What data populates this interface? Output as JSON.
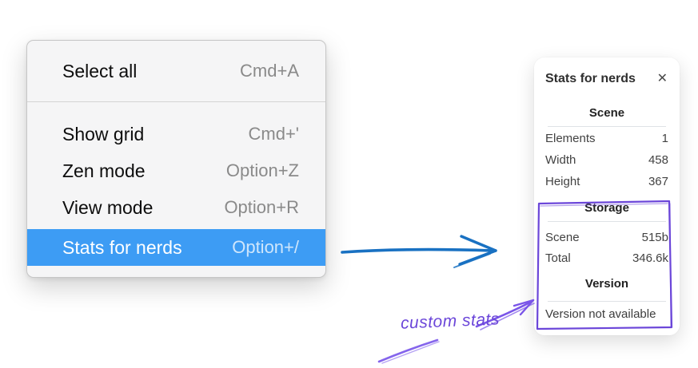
{
  "menu": {
    "sections": [
      {
        "items": [
          {
            "label": "Select all",
            "shortcut": "Cmd+A",
            "highlighted": false
          }
        ]
      },
      {
        "items": [
          {
            "label": "Show grid",
            "shortcut": "Cmd+'",
            "highlighted": false
          },
          {
            "label": "Zen mode",
            "shortcut": "Option+Z",
            "highlighted": false
          },
          {
            "label": "View mode",
            "shortcut": "Option+R",
            "highlighted": false
          },
          {
            "label": "Stats for nerds",
            "shortcut": "Option+/",
            "highlighted": true
          }
        ]
      }
    ]
  },
  "stats_panel": {
    "title": "Stats for nerds",
    "close_glyph": "✕",
    "sections": [
      {
        "heading": "Scene",
        "rows": [
          {
            "label": "Elements",
            "value": "1"
          },
          {
            "label": "Width",
            "value": "458"
          },
          {
            "label": "Height",
            "value": "367"
          }
        ]
      },
      {
        "heading": "Storage",
        "rows": [
          {
            "label": "Scene",
            "value": "515b"
          },
          {
            "label": "Total",
            "value": "346.6k"
          }
        ]
      },
      {
        "heading": "Version",
        "note": "Version not available"
      }
    ]
  },
  "annotation": {
    "label": "custom stats"
  },
  "colors": {
    "highlight": "#3d9cf4",
    "arrow_blue": "#1971c2",
    "annotation_purple": "#6b46d9"
  }
}
